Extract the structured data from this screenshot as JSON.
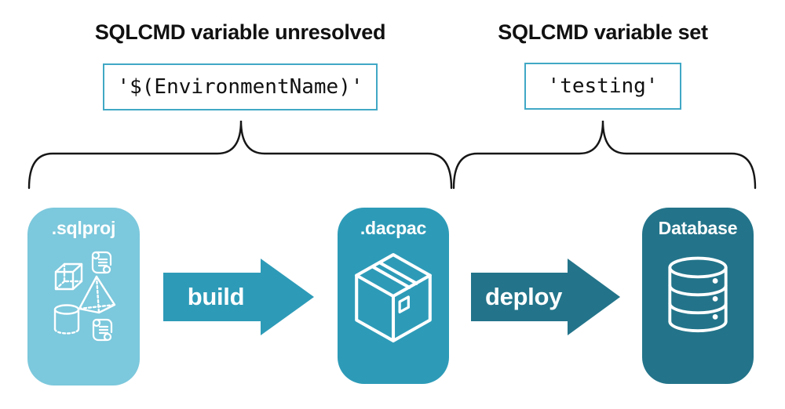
{
  "annotations": {
    "left": {
      "title": "SQLCMD variable unresolved",
      "code": "'$(EnvironmentName)'"
    },
    "right": {
      "title": "SQLCMD variable set",
      "code": "'testing'"
    }
  },
  "pipeline": {
    "source": {
      "label": ".sqlproj"
    },
    "build_arrow": {
      "label": "build"
    },
    "package": {
      "label": ".dacpac"
    },
    "deploy_arrow": {
      "label": "deploy"
    },
    "database": {
      "label": "Database"
    }
  },
  "colors": {
    "light_blue": "#7CC8DC",
    "teal": "#2D9BB8",
    "dark_teal": "#23748A",
    "box_border": "#41A8C5"
  }
}
